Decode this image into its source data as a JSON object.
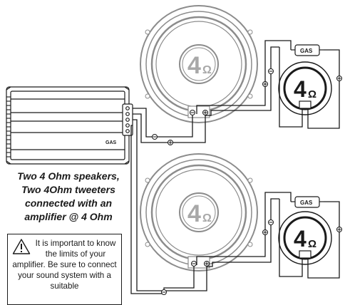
{
  "caption_lines": [
    "Two 4 Ohm speakers,",
    "Two 4Ohm tweeters",
    "connected with an",
    "amplifier @ 4 Ohm"
  ],
  "warning": {
    "text": "It is important to know the limits of your amplifier. Be sure to connect your sound system with a suitable",
    "icon": "warning-triangle-icon"
  },
  "amplifier": {
    "brand": "GAS"
  },
  "speakers": [
    {
      "label": "4Ω",
      "impedance": "4",
      "unit": "Ω"
    },
    {
      "label": "4Ω",
      "impedance": "4",
      "unit": "Ω"
    }
  ],
  "tweeters": [
    {
      "label": "4Ω",
      "impedance": "4",
      "unit": "Ω",
      "crossover_brand": "GAS"
    },
    {
      "label": "4Ω",
      "impedance": "4",
      "unit": "Ω",
      "crossover_brand": "GAS"
    }
  ],
  "colors": {
    "line": "#1a1a1a",
    "speaker_gray": "#8c8c8c",
    "text_gray": "#a8a8a8",
    "background": "#ffffff"
  }
}
